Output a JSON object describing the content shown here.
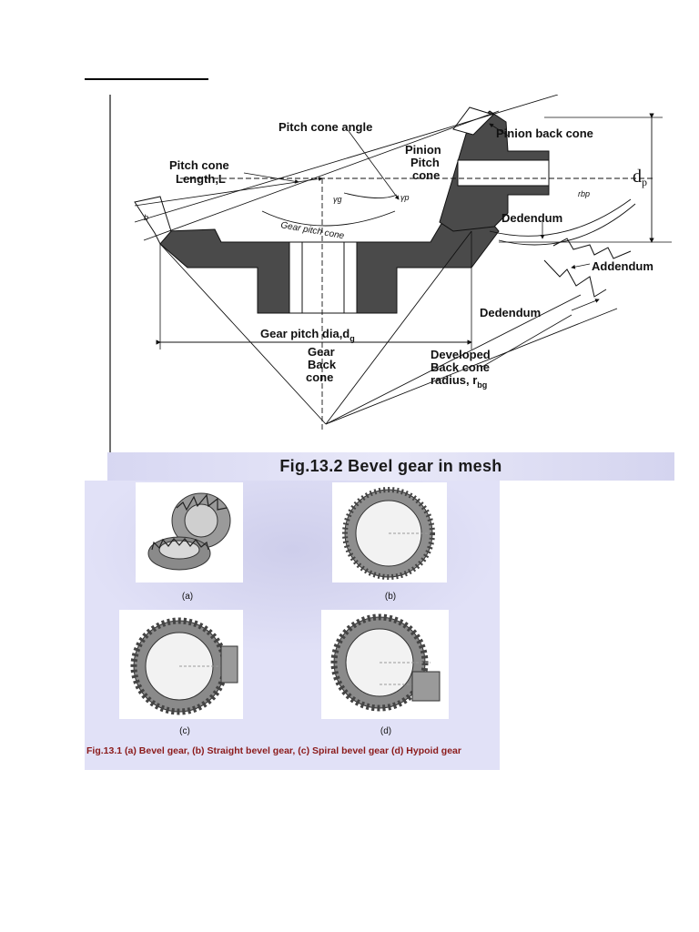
{
  "figure_1": {
    "caption": "Fig.13.2 Bevel gear in mesh",
    "labels": {
      "pitch_cone_angle": "Pitch cone angle",
      "pinion_back_cone": "Pinion back cone",
      "pitch_cone_length_1": "Pitch cone",
      "pitch_cone_length_2": "Length,L",
      "pinion_pitch_cone_1": "Pinion",
      "pinion_pitch_cone_2": "Pitch",
      "pinion_pitch_cone_3": "cone",
      "dp": "d",
      "dp_sub": "p",
      "gear_pitch_cone": "Gear pitch cone",
      "gamma_g": "γg",
      "gamma_p": "γp",
      "dedendum_top": "Dedendum",
      "rbp": "rbp",
      "b": "b",
      "addendum": "Addendum",
      "dedendum_bottom": "Dedendum",
      "gear_pitch_dia": "Gear pitch dia,d",
      "gear_pitch_dia_sub": "g",
      "gear_back_cone_1": "Gear",
      "gear_back_cone_2": "Back",
      "gear_back_cone_3": "cone",
      "developed_1": "Developed",
      "developed_2": "Back cone",
      "developed_3": "radius, r",
      "developed_sub": "bg"
    }
  },
  "figure_2": {
    "sublabels": [
      "(a)",
      "(b)",
      "(c)",
      "(d)"
    ],
    "caption": "Fig.13.1 (a) Bevel gear, (b) Straight bevel gear, (c) Spiral bevel gear (d) Hypoid gear"
  }
}
